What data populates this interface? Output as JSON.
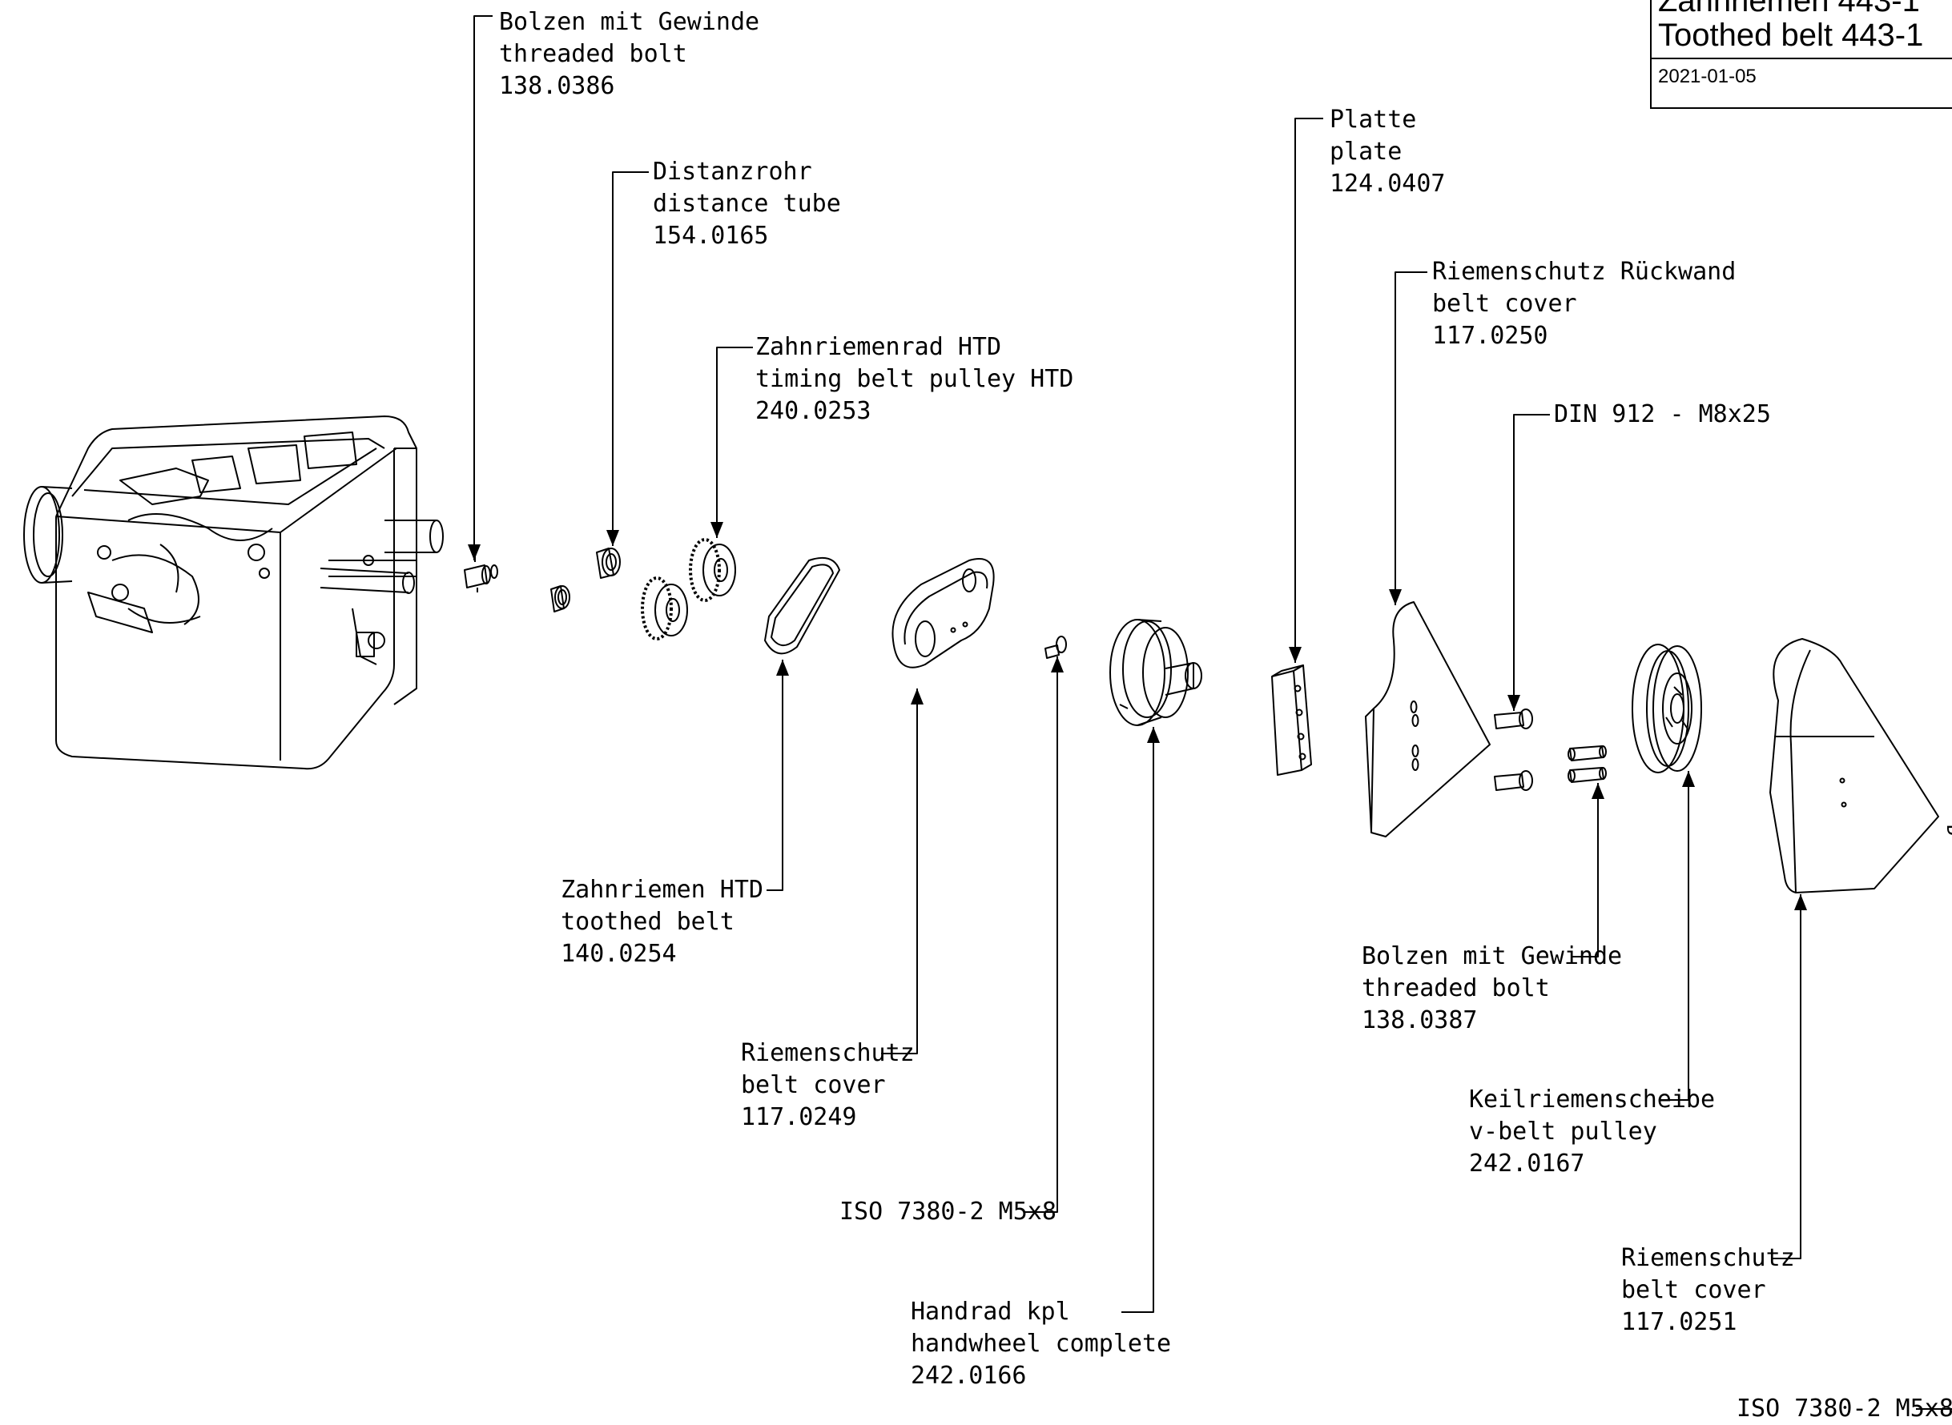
{
  "title_block": {
    "title_de": "Zahnriemen 443-1",
    "title_en": "Toothed belt 443-1",
    "date": "2021-01-05"
  },
  "parts": [
    {
      "id": "threaded-bolt-138-0386",
      "de": "Bolzen mit Gewinde",
      "en": "threaded bolt",
      "number": "138.0386"
    },
    {
      "id": "distance-tube",
      "de": "Distanzrohr",
      "en": "distance tube",
      "number": "154.0165"
    },
    {
      "id": "timing-belt-pulley",
      "de": "Zahnriemenrad HTD",
      "en": "timing belt pulley HTD",
      "number": "240.0253"
    },
    {
      "id": "plate",
      "de": "Platte",
      "en": "plate",
      "number": "124.0407"
    },
    {
      "id": "belt-cover-rear",
      "de": "Riemenschutz Rückwand",
      "en": "belt cover",
      "number": "117.0250"
    },
    {
      "id": "din-912",
      "de": "DIN 912 - M8x25",
      "en": "",
      "number": ""
    },
    {
      "id": "toothed-belt",
      "de": "Zahnriemen HTD",
      "en": "toothed belt",
      "number": "140.0254"
    },
    {
      "id": "belt-cover-117-0249",
      "de": "Riemenschutz",
      "en": "belt cover",
      "number": "117.0249"
    },
    {
      "id": "iso-7380-upper",
      "de": "ISO 7380-2 M5x8",
      "en": "",
      "number": ""
    },
    {
      "id": "handwheel",
      "de": "Handrad kpl",
      "en": "handwheel complete",
      "number": "242.0166"
    },
    {
      "id": "threaded-bolt-138-0387",
      "de": "Bolzen mit Gewinde",
      "en": "threaded bolt",
      "number": "138.0387"
    },
    {
      "id": "v-belt-pulley",
      "de": "Keilriemenscheibe",
      "en": "v-belt pulley",
      "number": "242.0167"
    },
    {
      "id": "belt-cover-117-0251",
      "de": "Riemenschutz",
      "en": "belt cover",
      "number": "117.0251"
    },
    {
      "id": "iso-7380-lower",
      "de": "ISO 7380-2 M5x8",
      "en": "",
      "number": ""
    }
  ]
}
